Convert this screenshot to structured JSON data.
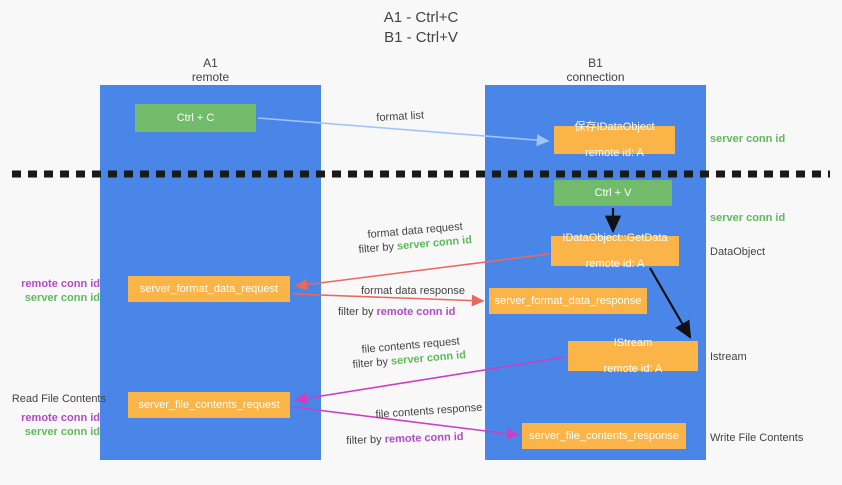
{
  "title": {
    "line1": "A1 - Ctrl+C",
    "line2": "B1 - Ctrl+V"
  },
  "columns": {
    "a1": {
      "name": "A1",
      "role": "remote"
    },
    "b1": {
      "name": "B1",
      "role": "connection"
    }
  },
  "nodes": {
    "ctrl_c": {
      "label": "Ctrl + C",
      "color": "#71bb6a"
    },
    "save_idataobject": {
      "line1": "保存IDataObject",
      "line2": "remote id: A",
      "color": "#fbb447"
    },
    "ctrl_v": {
      "label": "Ctrl + V",
      "color": "#71bb6a"
    },
    "getdata": {
      "line1": "IDataObject::GetData",
      "line2": "remote id: A",
      "color": "#fbb447"
    },
    "server_format_data_request": {
      "label": "server_format_data_request",
      "color": "#fbb447"
    },
    "server_format_data_response": {
      "label": "server_format_data_response",
      "color": "#fbb447"
    },
    "istream": {
      "line1": "IStream",
      "line2": "remote id: A",
      "color": "#fbb447"
    },
    "server_file_contents_request": {
      "label": "server_file_contents_request",
      "color": "#fbb447"
    },
    "server_file_contents_response": {
      "label": "server_file_contents_response",
      "color": "#fbb447"
    }
  },
  "side_labels": {
    "server_conn_id_top": "server conn id",
    "server_conn_id_mid": "server conn id",
    "dataobject": "DataObject",
    "istream": "Istream",
    "write_file_contents": "Write File Contents",
    "read_file_contents": "Read File Contents",
    "remote_conn_id": "remote conn id",
    "server_conn_id": "server conn id"
  },
  "annotations": {
    "format_list": "format list",
    "format_data_request": "format data request",
    "filter_by_prefix": "filter by ",
    "server_conn_id": "server conn id",
    "remote_conn_id": "remote conn id",
    "format_data_response": "format data response",
    "file_contents_request": "file contents request",
    "file_contents_response": "file contents response"
  },
  "colors": {
    "panel_blue": "#4a86e8",
    "node_green": "#71bb6a",
    "node_orange": "#fbb447",
    "arrow_red": "#e8695f",
    "arrow_magenta": "#c councils",
    "arrow_magenta_fixed": "#cc3fc0",
    "arrow_lightblue": "#9fc5f8",
    "arrow_black": "#000000",
    "label_green": "#5fba5a",
    "label_purple": "#b24bc4",
    "background": "#f8f8f8"
  }
}
